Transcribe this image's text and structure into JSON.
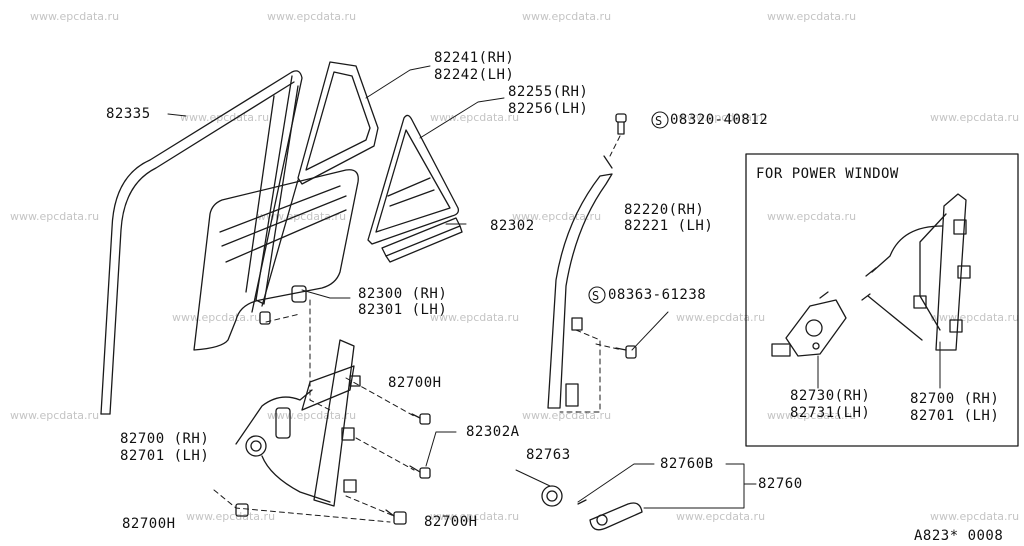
{
  "watermark": "www.epcdata.ru",
  "inset": {
    "title": "FOR POWER WINDOW"
  },
  "labels": {
    "p82335": "82335",
    "p82241": "82241(RH)",
    "p82242": "82242(LH)",
    "p82255": "82255(RH)",
    "p82256": "82256(LH)",
    "s08320": "08320-40812",
    "p82220": "82220(RH)",
    "p82221": "82221 (LH)",
    "p82302": "82302",
    "s08363": "08363-61238",
    "p82300": "82300 (RH)",
    "p82301": "82301 (LH)",
    "p82700h_a": "82700H",
    "p82302a": "82302A",
    "p82700": "82700 (RH)",
    "p82701": "82701 (LH)",
    "p82763": "82763",
    "p82760b": "82760B",
    "p82760": "82760",
    "p82700h_b": "82700H",
    "p82700h_c": "82700H",
    "p82730": "82730(RH)",
    "p82731": "82731(LH)",
    "p82700_pw": "82700 (RH)",
    "p82701_pw": "82701 (LH)"
  },
  "diagram_code": "A823* 0008"
}
